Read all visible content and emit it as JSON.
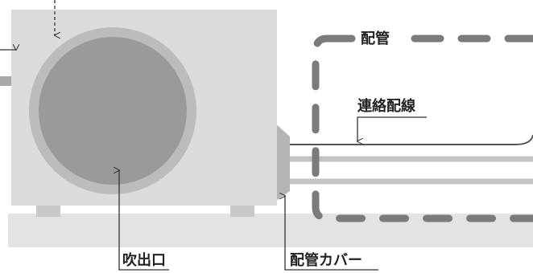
{
  "labels": {
    "piping": "配管",
    "connecting_wire": "連絡配線",
    "air_outlet": "吹出口",
    "piping_cover": "配管カバー"
  }
}
